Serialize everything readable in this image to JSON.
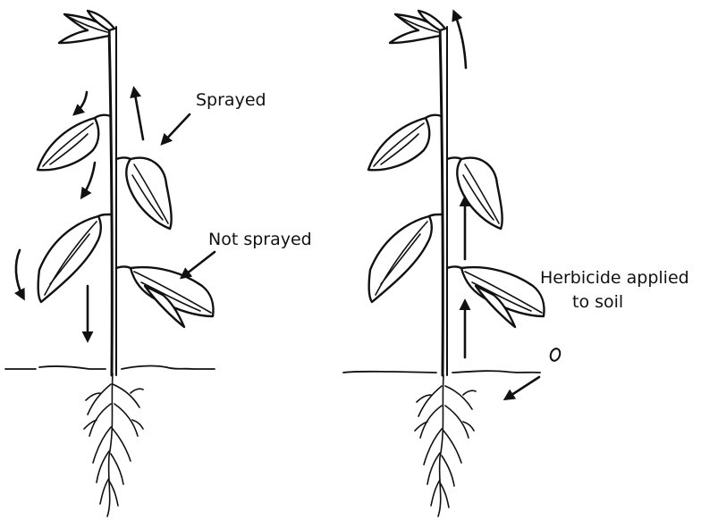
{
  "labels": {
    "sprayed": "Sprayed",
    "not_sprayed": "Not sprayed",
    "herbicide_line1": "Herbicide applied",
    "herbicide_line2": "to soil"
  },
  "colors": {
    "ink": "#111111",
    "background": "#ffffff"
  },
  "icons": [
    "arrow-icon",
    "plant-illustration",
    "soil-droplet-icon"
  ]
}
